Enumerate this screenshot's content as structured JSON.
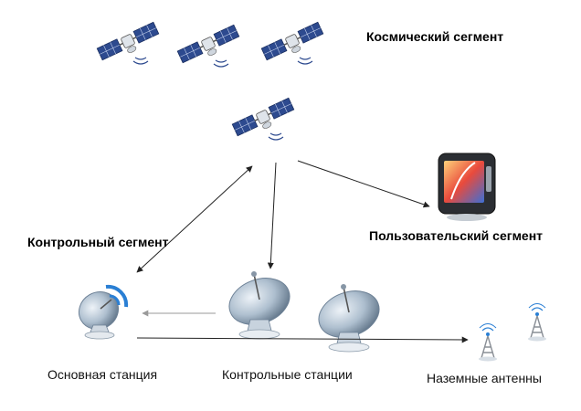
{
  "labels": {
    "space_segment": "Космический сегмент",
    "control_segment": "Контрольный сегмент",
    "user_segment": "Пользовательский сегмент",
    "main_station": "Основная станция",
    "control_stations": "Контрольные станции",
    "ground_antennas": "Наземные антенны"
  },
  "colors": {
    "panel": "#2d4a8f",
    "panel_grid": "#c7d3ee",
    "dish": "#b9c9d8",
    "dish_dark": "#6d8196",
    "signal_blue": "#2a7fd4",
    "arrow": "#222222",
    "arrow_light": "#9a9a9a"
  },
  "icons": {
    "satellite": "satellite-icon",
    "gps": "gps-navigator-icon",
    "dish": "dish-antenna-icon",
    "tower": "radio-tower-icon"
  }
}
